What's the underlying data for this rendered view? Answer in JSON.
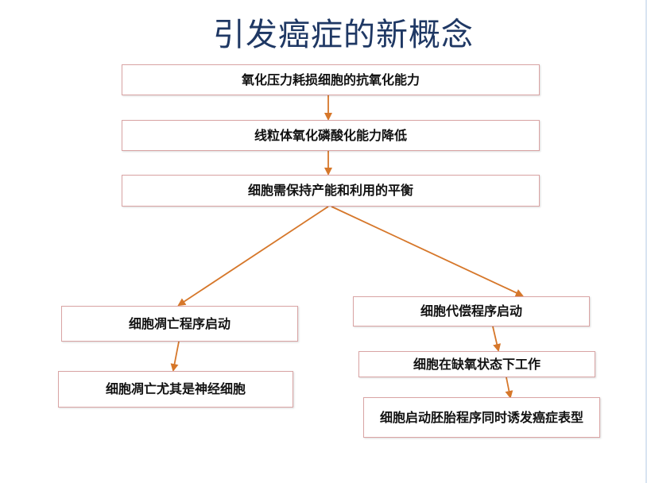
{
  "slide": {
    "title": "引发癌症的新概念"
  },
  "flowchart": {
    "nodes": {
      "oxidative_stress": "氧化压力耗损细胞的抗氧化能力",
      "mito_decline": "线粒体氧化磷酸化能力降低",
      "energy_balance": "细胞需保持产能和利用的平衡",
      "apoptosis_start": "细胞凋亡程序启动",
      "neuron_apoptosis": "细胞凋亡尤其是神经细胞",
      "compensation_start": "细胞代偿程序启动",
      "hypoxia_work": "细胞在缺氧状态下工作",
      "embryonic_program": "细胞启动胚胎程序同时诱发癌症表型"
    },
    "colors": {
      "arrow": "#d6772a",
      "box_border": "#d9a4a4",
      "title": "#1f3864"
    }
  }
}
